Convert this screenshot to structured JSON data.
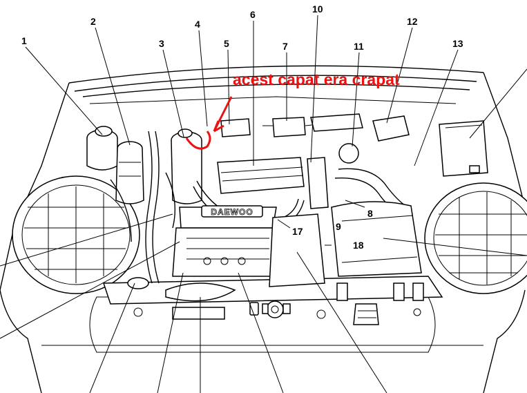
{
  "diagram": {
    "annotation": "acest capat era crapat",
    "engine_brand": "DAEWOO",
    "callouts": [
      "1",
      "2",
      "3",
      "4",
      "5",
      "6",
      "7",
      "8",
      "9",
      "10",
      "11",
      "12",
      "13",
      "17",
      "18"
    ],
    "annotation_color": "#ee1111"
  }
}
